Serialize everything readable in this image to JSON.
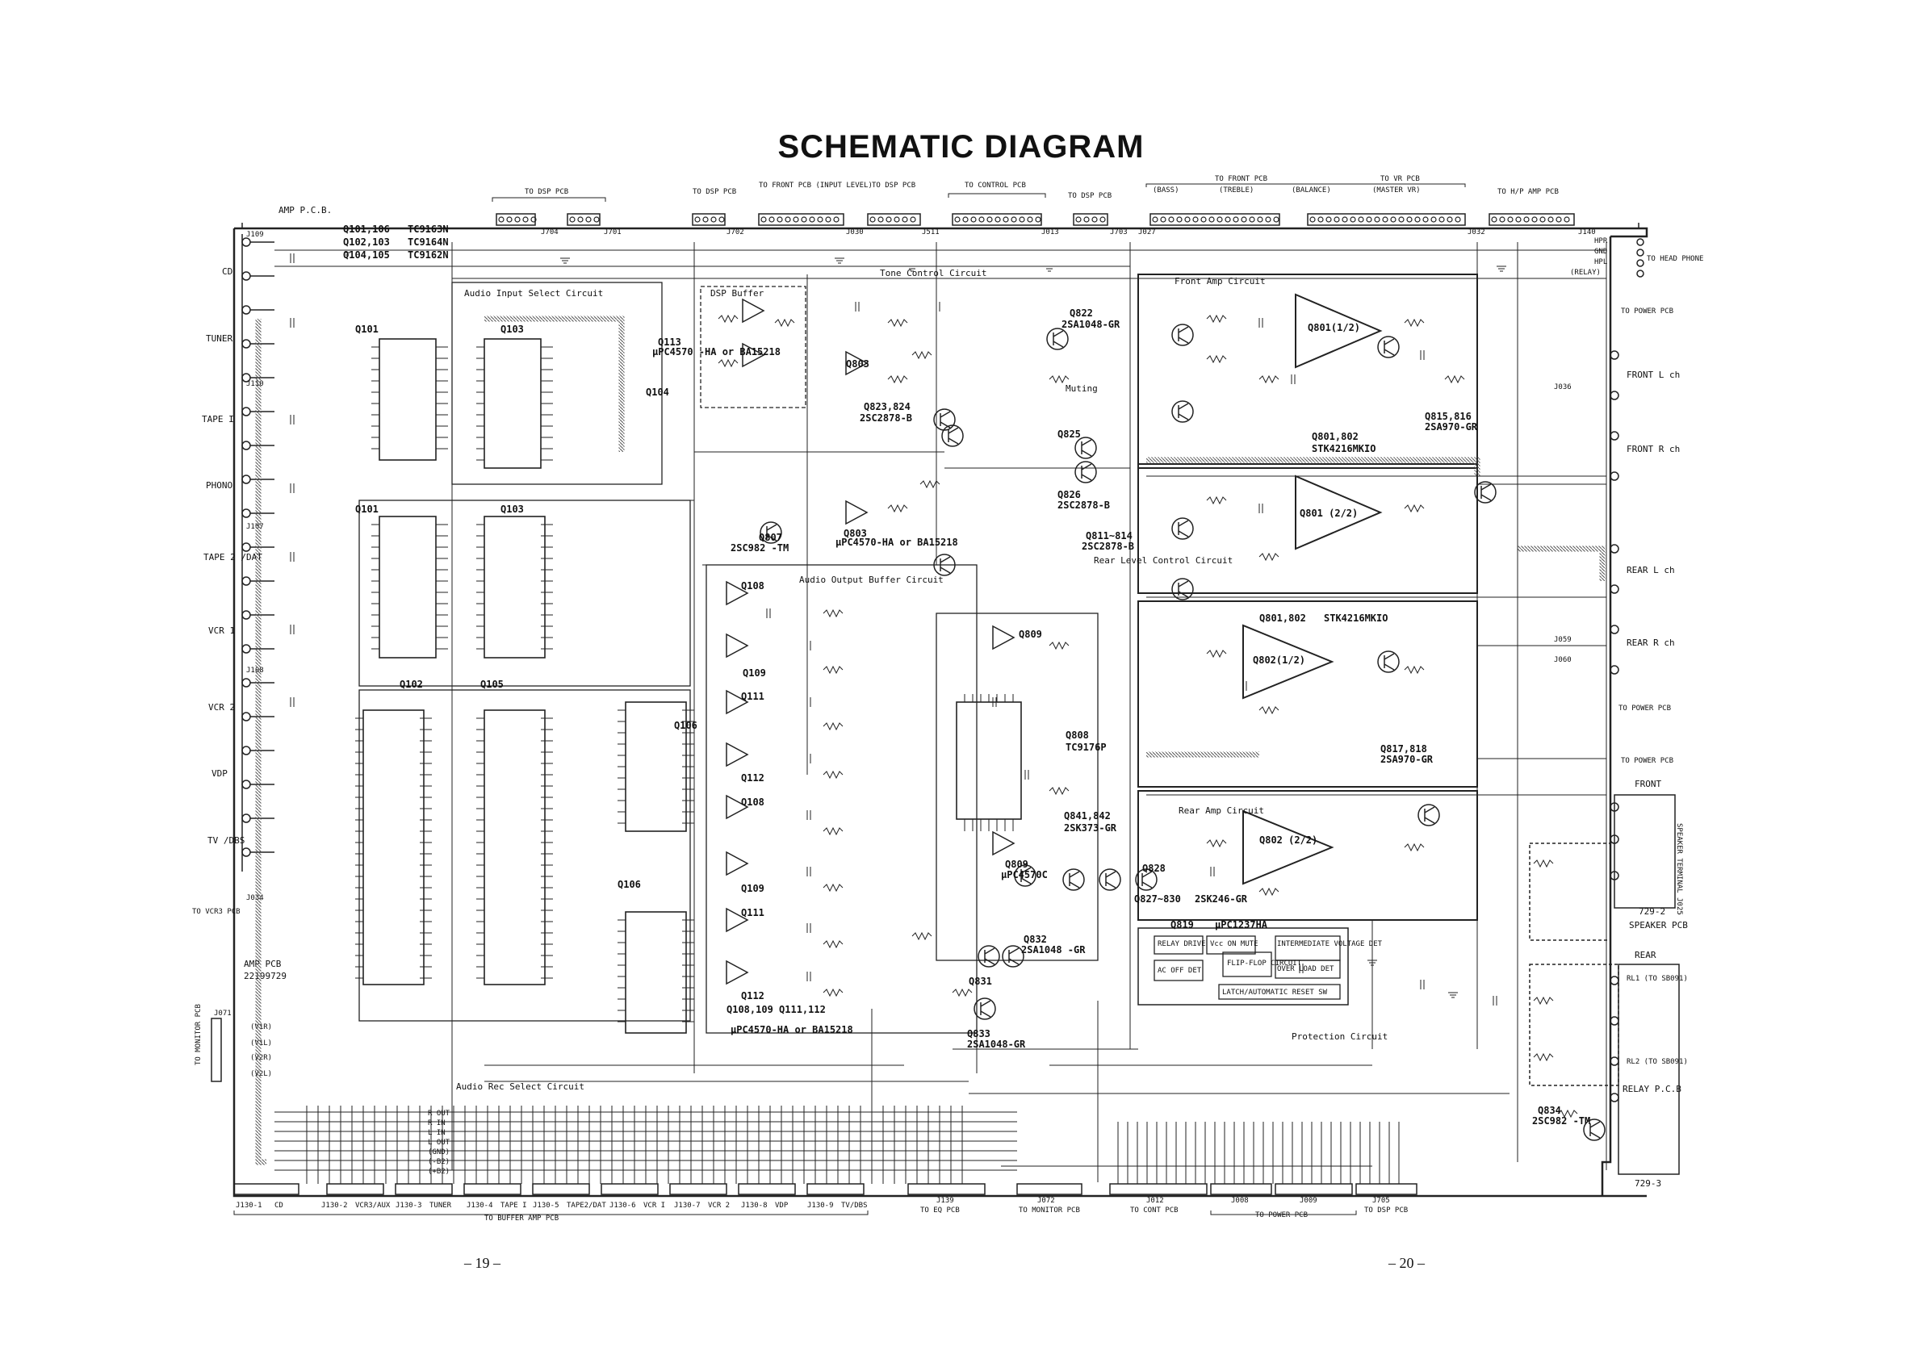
{
  "title": "SCHEMATIC DIAGRAM",
  "page_left": "– 19 –",
  "page_right": "– 20 –",
  "board_label": "AMP P.C.B.",
  "transistor_list": [
    {
      "refs": "Q101,106",
      "part": "TC9163N"
    },
    {
      "refs": "Q102,103",
      "part": "TC9164N"
    },
    {
      "refs": "Q104,105",
      "part": "TC9162N"
    }
  ],
  "connectors_top": [
    {
      "id": "J704",
      "label": "TO DSP PCB"
    },
    {
      "id": "J701",
      "label": ""
    },
    {
      "id": "J702",
      "label": "TO DSP PCB"
    },
    {
      "id": "J030",
      "label": "TO FRONT PCB (INPUT LEVEL)"
    },
    {
      "id": "J511",
      "label": "TO DSP PCB"
    },
    {
      "id": "J013",
      "label": "TO CONTROL PCB"
    },
    {
      "id": "J703",
      "label": "TO DSP PCB"
    },
    {
      "id": "J027",
      "label": "TO FRONT PCB"
    },
    {
      "id": "J032",
      "label": "TO VR PCB"
    },
    {
      "id": "J140",
      "label": "TO H/P AMP PCB"
    }
  ],
  "front_sub_labels": [
    "(BASS)",
    "(TREBLE)",
    "(BALANCE)",
    "(MASTER VR)"
  ],
  "inputs_left": [
    {
      "name": "CD",
      "id": "J109"
    },
    {
      "name": "TUNER",
      "id": ""
    },
    {
      "name": "TAPE I",
      "id": "J110"
    },
    {
      "name": "PHONO",
      "id": ""
    },
    {
      "name": "TAPE 2 /DAT",
      "id": "J107"
    },
    {
      "name": "VCR 1",
      "id": ""
    },
    {
      "name": "VCR 2",
      "id": "J108"
    },
    {
      "name": "VDP",
      "id": ""
    },
    {
      "name": "TV /DBS",
      "id": ""
    }
  ],
  "left_extra": {
    "vcr3_pcb": "TO VCR3 PCB",
    "vcr3_id": "J034",
    "amp_pcb": "AMP PCB",
    "amp_pcb_no": "22199729",
    "monitor_pcb": "TO MONITOR PCB",
    "monitor_id": "J071",
    "monitor_lines": [
      "(V1R)",
      "(V1L)",
      "(V2R)",
      "(V2L)"
    ]
  },
  "circuit_blocks": [
    {
      "key": "audio_in",
      "label": "Audio Input Select Circuit"
    },
    {
      "key": "dsp_buffer",
      "label": "DSP Buffer"
    },
    {
      "key": "tone",
      "label": "Tone Control Circuit"
    },
    {
      "key": "out_buffer",
      "label": "Audio Output Buffer Circuit"
    },
    {
      "key": "rec_select",
      "label": "Audio Rec Select Circuit"
    },
    {
      "key": "front_amp",
      "label": "Front Amp Circuit"
    },
    {
      "key": "rear_amp",
      "label": "Rear Amp Circuit"
    },
    {
      "key": "rear_level",
      "label": "Rear Level Control Circuit"
    },
    {
      "key": "muting",
      "label": "Muting"
    },
    {
      "key": "protection",
      "label": "Protection Circuit"
    }
  ],
  "ic_labels": {
    "q101": "Q101",
    "q102": "Q102",
    "q103": "Q103",
    "q104": "Q104",
    "q105": "Q105",
    "q106": "Q106",
    "q113": "Q113",
    "q113_part": "µPC4570 -HA or BA15218",
    "q801_12": "Q801(1/2)",
    "q801_22": "Q801 (2/2)",
    "q801_802": "Q801,802",
    "q801_802_part": "STK4216MKIO",
    "q802_12": "Q802(1/2)",
    "q802_22": "Q802 (2/2)",
    "q819": "Q819",
    "q819_part": "µPC1237HA",
    "q808": "Q808",
    "q808_part": "TC9176P",
    "q809": "Q809",
    "q809_part": "µPC4570C",
    "q803": "Q803",
    "q803_part": "µPC4570-HA or BA15218",
    "q108": "Q108",
    "q109": "Q109",
    "q111": "Q111",
    "q112": "Q112",
    "q108_group": "Q108,109 Q111,112",
    "q108_group_part": "µPC4570-HA or BA15218"
  },
  "transistor_labels": [
    {
      "ref": "Q807",
      "part": "2SC982 -TM"
    },
    {
      "ref": "Q823,824",
      "part": "2SC2878-B"
    },
    {
      "ref": "Q822",
      "part": "2SA1048-GR"
    },
    {
      "ref": "Q825",
      "part": ""
    },
    {
      "ref": "Q826",
      "part": "2SC2878-B"
    },
    {
      "ref": "Q811~814",
      "part": "2SC2878-B"
    },
    {
      "ref": "Q815,816",
      "part": "2SA970-GR"
    },
    {
      "ref": "Q817,818",
      "part": "2SA970-GR"
    },
    {
      "ref": "Q841,842",
      "part": "2SK373-GR"
    },
    {
      "ref": "Q827~830",
      "part": "2SK246-GR"
    },
    {
      "ref": "Q832",
      "part": "2SA1048 -GR"
    },
    {
      "ref": "Q833",
      "part": "2SA1048-GR"
    },
    {
      "ref": "Q834",
      "part": "2SC982 -TM"
    },
    {
      "ref": "Q831",
      "part": ""
    },
    {
      "ref": "Q828",
      "part": ""
    }
  ],
  "protection_blocks": [
    "RELAY DRIVE",
    "Vcc ON MUTE",
    "FLIP-FLOP CIRCUIT",
    "INTERMEDIATE VOLTAGE DET",
    "AC OFF DET",
    "OVER LOAD DET",
    "LATCH/AUTOMATIC RESET SW"
  ],
  "outputs_right": [
    {
      "name": "FRONT L ch",
      "id": "J036"
    },
    {
      "name": "FRONT R ch",
      "id": ""
    },
    {
      "name": "REAR L ch",
      "id": "J059"
    },
    {
      "name": "REAR R ch",
      "id": "J060"
    }
  ],
  "right_labels": {
    "head_phone": "TO HEAD PHONE",
    "head_lines": [
      "HPR",
      "GND",
      "HPL",
      "(RELAY)"
    ],
    "power_pcb": "TO POWER PCB",
    "front_label": "FRONT",
    "rear_label": "REAR",
    "speaker_terminal": "SPEAKER TERMINAL J025",
    "speaker_pcb": "SPEAKER PCB",
    "pcb_7292": "729-2",
    "relay_pcb": "RELAY P.C.B",
    "pcb_7293": "729-3",
    "relay_ids": [
      "RL1 (TO SB091)",
      "RL2 (TO SB091)"
    ]
  },
  "connectors_bottom": [
    {
      "id": "J130-1",
      "label": "CD"
    },
    {
      "id": "J130-2",
      "label": "VCR3/AUX"
    },
    {
      "id": "J130-3",
      "label": "TUNER"
    },
    {
      "id": "J130-4",
      "label": "TAPE I"
    },
    {
      "id": "J130-5",
      "label": "TAPE2/DAT"
    },
    {
      "id": "J130-6",
      "label": "VCR I"
    },
    {
      "id": "J130-7",
      "label": "VCR 2"
    },
    {
      "id": "J130-8",
      "label": "VDP"
    },
    {
      "id": "J130-9",
      "label": "TV/DBS"
    },
    {
      "id": "J139",
      "label": "TO EQ PCB"
    },
    {
      "id": "J072",
      "label": "TO MONITOR PCB"
    },
    {
      "id": "J012",
      "label": "TO CONT PCB"
    },
    {
      "id": "J008",
      "label": ""
    },
    {
      "id": "J009",
      "label": "TO POWER PCB"
    },
    {
      "id": "J705",
      "label": "TO DSP PCB"
    }
  ],
  "bottom_group_label": "TO BUFFER AMP PCB",
  "bottom_bus_lines": [
    "R OUT",
    "R IN",
    "L IN",
    "L OUT",
    "(GND)",
    "(-B2)",
    "(+B2)"
  ],
  "icons": [
    "ground-symbol",
    "connector-pin",
    "transistor",
    "op-amp",
    "resistor",
    "capacitor"
  ]
}
